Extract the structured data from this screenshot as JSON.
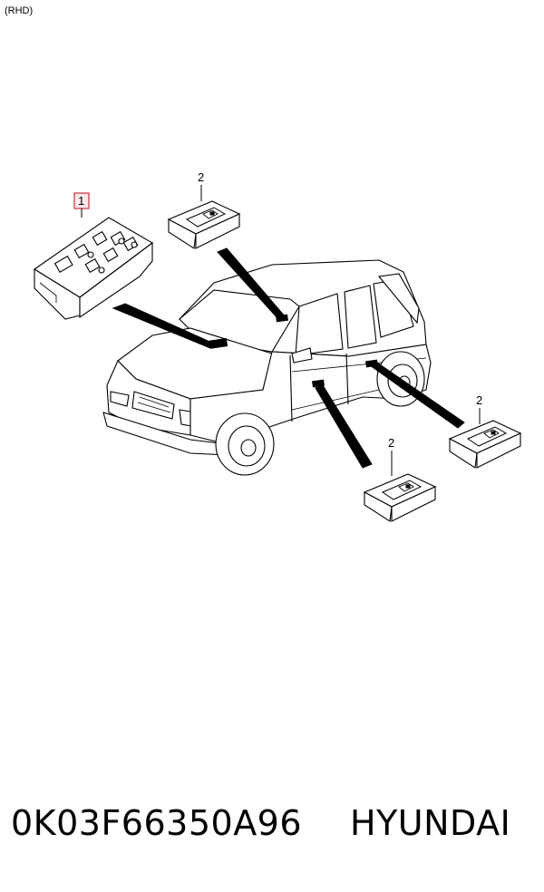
{
  "header": {
    "variant": "(RHD)"
  },
  "callouts": [
    {
      "number": "1",
      "highlighted": true
    },
    {
      "number": "2",
      "highlighted": false
    },
    {
      "number": "2",
      "highlighted": false
    },
    {
      "number": "2",
      "highlighted": false
    }
  ],
  "footer": {
    "part_number": "0K03F66350A96",
    "brand": "HYUNDAI"
  },
  "colors": {
    "callout_highlight": "#c8323c",
    "line": "#000000",
    "background": "#ffffff"
  }
}
